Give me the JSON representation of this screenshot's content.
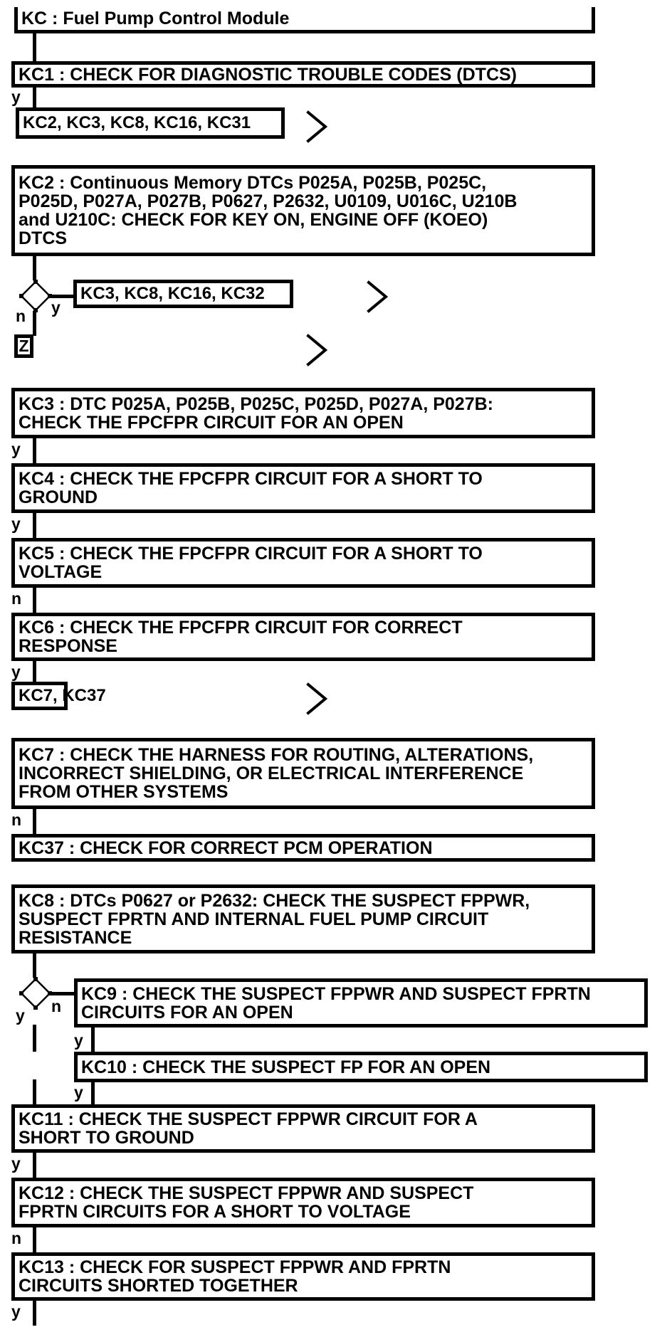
{
  "diagram": {
    "title": "KC : Fuel Pump Control Module",
    "colors": {
      "line": "#000000",
      "background": "#ffffff",
      "text": "#000000"
    },
    "icons": {
      "continuation_arrow": ">",
      "decision_diamond": "◇"
    },
    "boxes": {
      "kc1": [
        "KC1 : CHECK FOR DIAGNOSTIC TROUBLE CODES (DTCS)"
      ],
      "ref1": [
        "KC2, KC3, KC8, KC16, KC31"
      ],
      "kc2": [
        "KC2 : Continuous Memory DTCs P025A, P025B, P025C,",
        "P025D, P027A, P027B, P0627, P2632, U0109, U016C, U210B",
        "and U210C: CHECK FOR KEY ON, ENGINE OFF (KOEO)",
        "DTCS"
      ],
      "ref2": [
        "KC3, KC8, KC16, KC32"
      ],
      "z": [
        "Z"
      ],
      "kc3": [
        "KC3 : DTC P025A, P025B, P025C, P025D, P027A, P027B:",
        "CHECK THE FPCFPR CIRCUIT FOR AN OPEN"
      ],
      "kc4": [
        "KC4 : CHECK THE FPCFPR CIRCUIT FOR A SHORT TO",
        "GROUND"
      ],
      "kc5": [
        "KC5 : CHECK THE FPCFPR CIRCUIT FOR A SHORT TO",
        "VOLTAGE"
      ],
      "kc6": [
        "KC6 : CHECK THE FPCFPR CIRCUIT FOR CORRECT",
        "RESPONSE"
      ],
      "ref3": [
        "KC7, KC37"
      ],
      "kc7": [
        "KC7 : CHECK THE HARNESS FOR ROUTING, ALTERATIONS,",
        "INCORRECT SHIELDING, OR ELECTRICAL INTERFERENCE",
        "FROM OTHER SYSTEMS"
      ],
      "kc37": [
        "KC37 : CHECK FOR CORRECT PCM OPERATION"
      ],
      "kc8": [
        "KC8 : DTCs P0627 or P2632: CHECK THE SUSPECT FPPWR,",
        "SUSPECT FPRTN AND INTERNAL FUEL PUMP CIRCUIT",
        "RESISTANCE"
      ],
      "kc9": [
        "KC9 : CHECK THE SUSPECT FPPWR AND SUSPECT FPRTN",
        "CIRCUITS FOR AN OPEN"
      ],
      "kc10": [
        "KC10 : CHECK THE SUSPECT FP FOR AN OPEN"
      ],
      "kc11": [
        "KC11 : CHECK THE SUSPECT FPPWR CIRCUIT FOR A",
        "SHORT TO GROUND"
      ],
      "kc12": [
        "KC12 : CHECK THE SUSPECT FPPWR AND SUSPECT",
        "FPRTN CIRCUITS FOR A SHORT TO VOLTAGE"
      ],
      "kc13": [
        "KC13 : CHECK FOR SUSPECT FPPWR AND FPRTN",
        "CIRCUITS SHORTED TOGETHER"
      ]
    },
    "branches": {
      "kc1_yes": "y",
      "kc2_yes": "y",
      "kc2_no": "n",
      "kc3_yes": "y",
      "kc4_yes": "y",
      "kc5_no": "n",
      "kc6_yes": "y",
      "kc7_no": "n",
      "kc8_no": "n",
      "kc8_yes": "y",
      "kc9_yes": "y",
      "kc10_yes": "y",
      "kc11_yes": "y",
      "kc12_no": "n",
      "kc13_yes": "y"
    }
  }
}
